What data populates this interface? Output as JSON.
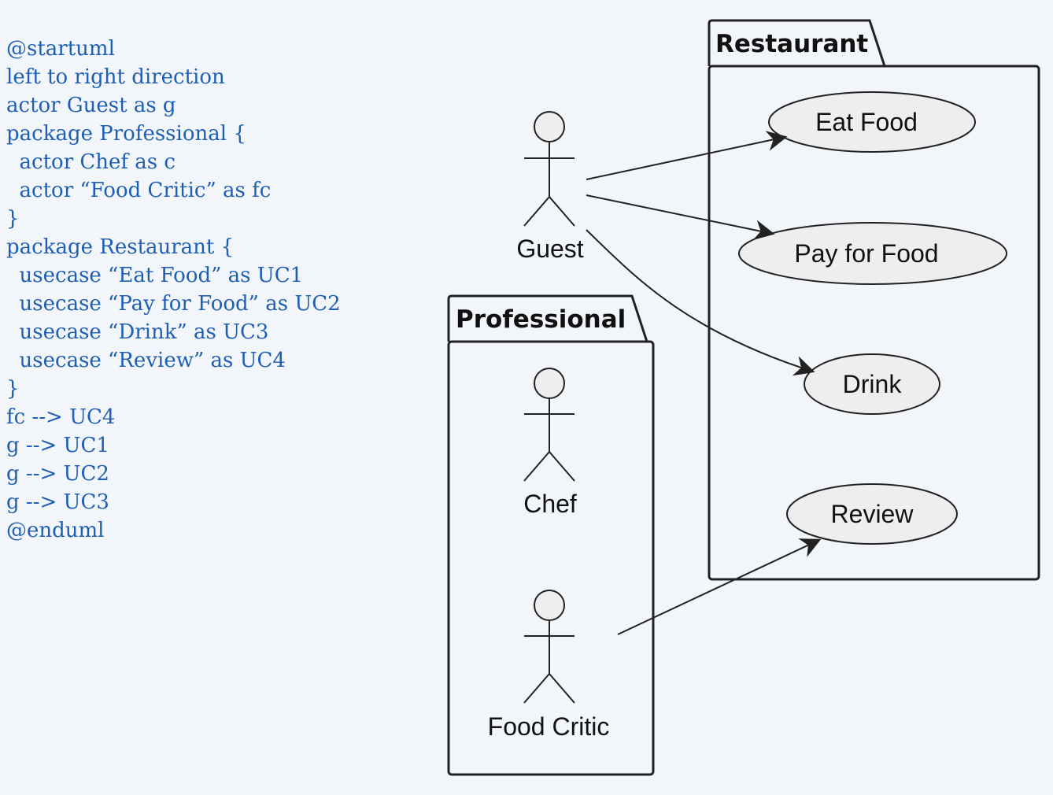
{
  "code_lines": [
    "@startuml",
    "left to right direction",
    "actor Guest as g",
    "package Professional {",
    "  actor Chef as c",
    "  actor “Food Critic” as fc",
    "}",
    "package Restaurant {",
    "  usecase “Eat Food” as UC1",
    "  usecase “Pay for Food” as UC2",
    "  usecase “Drink” as UC3",
    "  usecase “Review” as UC4",
    "}",
    "fc --> UC4",
    "g --> UC1",
    "g --> UC2",
    "g --> UC3",
    "@enduml"
  ],
  "packages": {
    "restaurant": "Restaurant",
    "professional": "Professional"
  },
  "actors": {
    "guest": "Guest",
    "chef": "Chef",
    "food_critic": "Food Critic"
  },
  "usecases": {
    "uc1": "Eat Food",
    "uc2": "Pay for Food",
    "uc3": "Drink",
    "uc4": "Review"
  },
  "colors": {
    "background": "#f2f6fb",
    "code_text": "#1e5fb4",
    "usecase_fill": "#eeeeee",
    "stroke": "#222222"
  }
}
